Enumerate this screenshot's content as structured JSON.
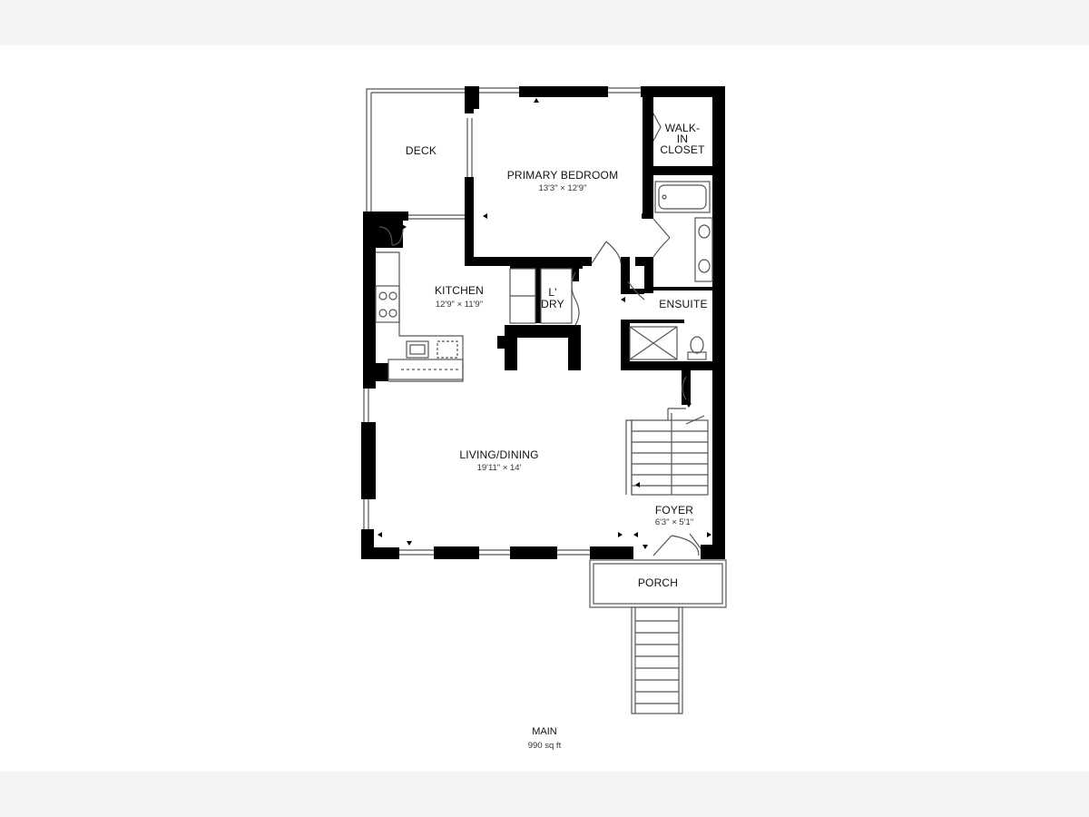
{
  "plan": {
    "level_label": "MAIN",
    "area_label": "990 sq ft"
  },
  "rooms": {
    "deck": {
      "label": "DECK"
    },
    "primary_bedroom": {
      "label": "PRIMARY BEDROOM",
      "dims": "13'3\" × 12'9\""
    },
    "walk_in_closet": {
      "line1": "WALK-",
      "line2": "IN",
      "line3": "CLOSET"
    },
    "kitchen": {
      "label": "KITCHEN",
      "dims": "12'9\" × 11'9\""
    },
    "laundry": {
      "line1": "L'",
      "line2": "DRY"
    },
    "ensuite": {
      "label": "ENSUITE"
    },
    "living_dining": {
      "label": "LIVING/DINING",
      "dims": "19'11\" × 14'"
    },
    "foyer": {
      "label": "FOYER",
      "dims": "6'3\" × 5'1\""
    },
    "porch": {
      "label": "PORCH"
    }
  },
  "colors": {
    "wall": "#000000",
    "line": "#555555",
    "background": "#f4f4f4",
    "sheet": "#ffffff"
  }
}
